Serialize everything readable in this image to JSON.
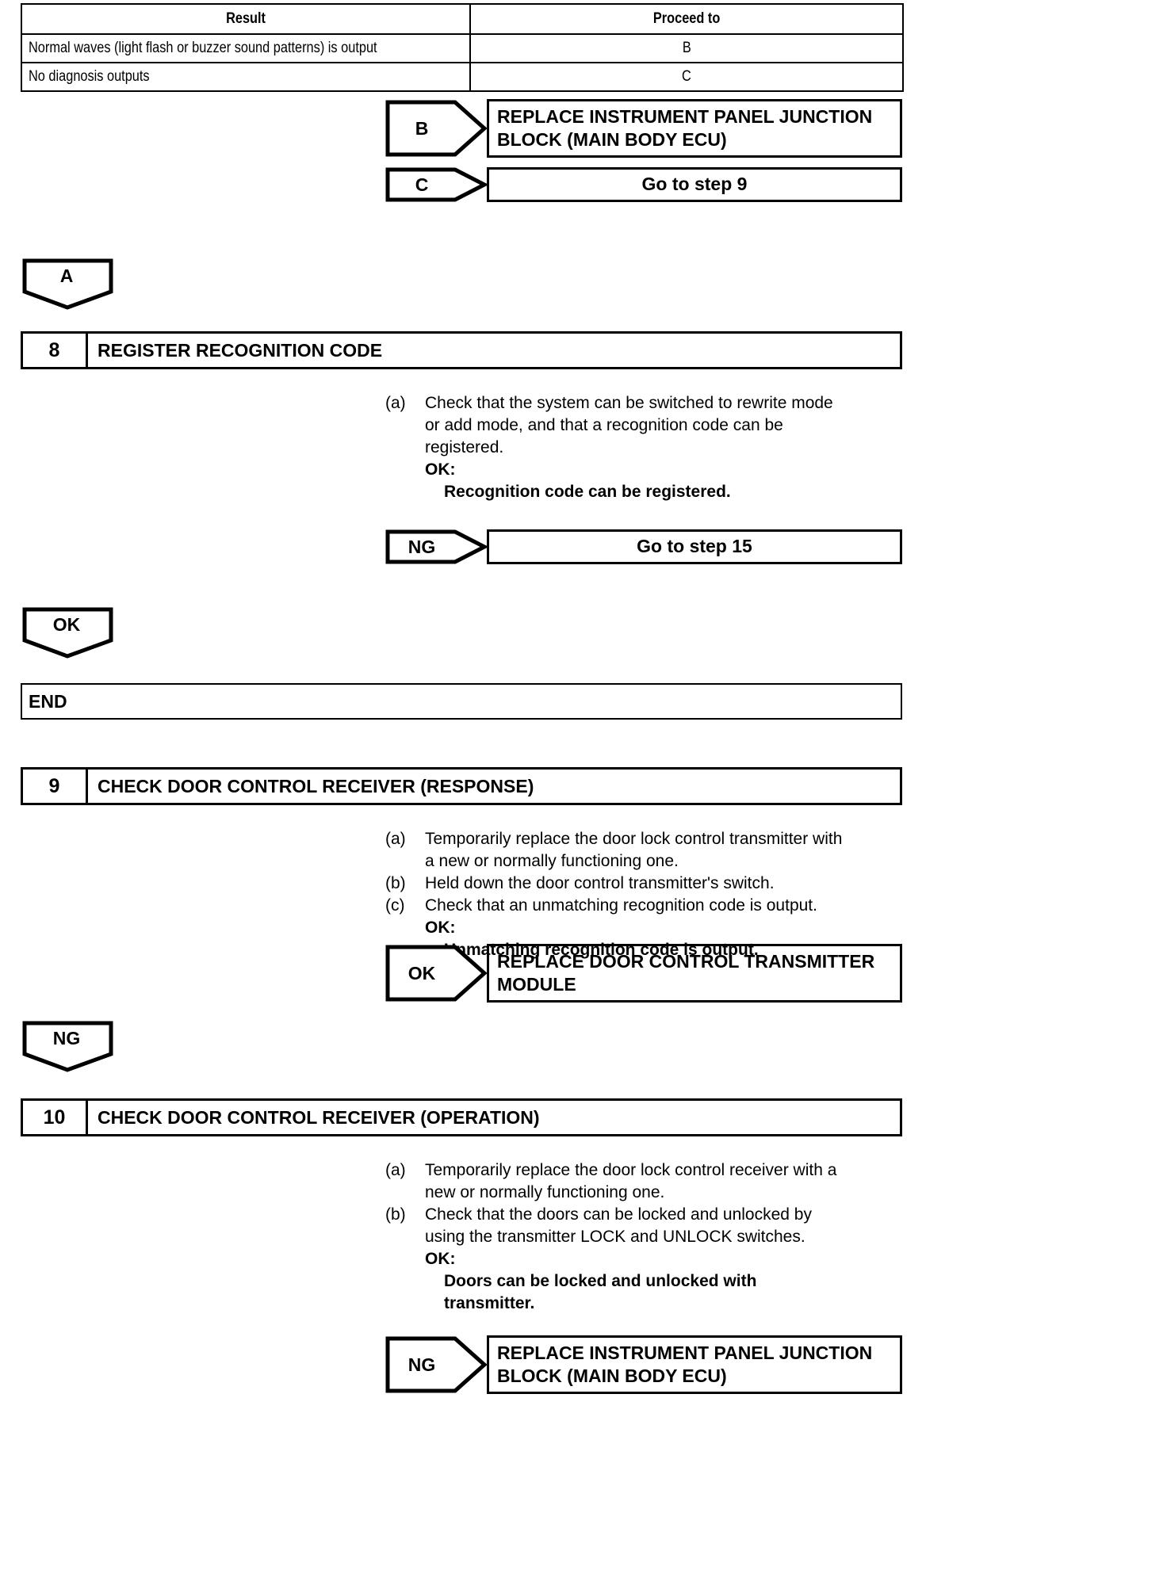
{
  "result_table": {
    "headers": [
      "Result",
      "Proceed to"
    ],
    "rows": [
      {
        "result": "Normal waves (light flash or buzzer sound patterns) is output",
        "proceed": "B"
      },
      {
        "result": "No diagnosis outputs",
        "proceed": "C"
      }
    ]
  },
  "branch_b": {
    "tag": "B",
    "action_line1": "REPLACE INSTRUMENT PANEL JUNCTION",
    "action_line2": "BLOCK (MAIN BODY ECU)"
  },
  "branch_c": {
    "tag": "C",
    "action": "Go to step 9"
  },
  "connector_a": {
    "label": "A"
  },
  "step8": {
    "number": "8",
    "title": "REGISTER RECOGNITION CODE",
    "items": [
      {
        "marker": "(a)",
        "lines": [
          "Check that the system can be switched to rewrite mode",
          "or add mode, and that a recognition code can be",
          "registered."
        ]
      }
    ],
    "ok_label": "OK:",
    "ok_value": "Recognition code can be registered.",
    "branch": {
      "tag": "NG",
      "action": "Go to step 15"
    }
  },
  "connector_ok": {
    "label": "OK"
  },
  "end_box": {
    "label": "END"
  },
  "step9": {
    "number": "9",
    "title": "CHECK DOOR CONTROL RECEIVER (RESPONSE)",
    "items": [
      {
        "marker": "(a)",
        "lines": [
          "Temporarily replace the door lock control transmitter with",
          "a new or normally functioning one."
        ]
      },
      {
        "marker": "(b)",
        "lines": [
          "Held down the door control transmitter's switch."
        ]
      },
      {
        "marker": "(c)",
        "lines": [
          "Check that an unmatching recognition code is output."
        ]
      }
    ],
    "ok_label": "OK:",
    "ok_value": "Unmatching recognition code is output.",
    "branch": {
      "tag": "OK",
      "action_line1": "REPLACE DOOR CONTROL TRANSMITTER",
      "action_line2": "MODULE"
    }
  },
  "connector_ng": {
    "label": "NG"
  },
  "step10": {
    "number": "10",
    "title": "CHECK DOOR CONTROL RECEIVER (OPERATION)",
    "items": [
      {
        "marker": "(a)",
        "lines": [
          "Temporarily replace the door lock control receiver with a",
          "new or normally functioning one."
        ]
      },
      {
        "marker": "(b)",
        "lines": [
          "Check that the doors can be locked and unlocked by",
          "using the transmitter LOCK and UNLOCK switches."
        ]
      }
    ],
    "ok_label": "OK:",
    "ok_value_line1": "Doors can be locked and unlocked with",
    "ok_value_line2": "transmitter.",
    "branch": {
      "tag": "NG",
      "action_line1": "REPLACE INSTRUMENT PANEL JUNCTION",
      "action_line2": "BLOCK (MAIN BODY ECU)"
    }
  },
  "colors": {
    "ink": "#000000",
    "paper": "#ffffff"
  }
}
